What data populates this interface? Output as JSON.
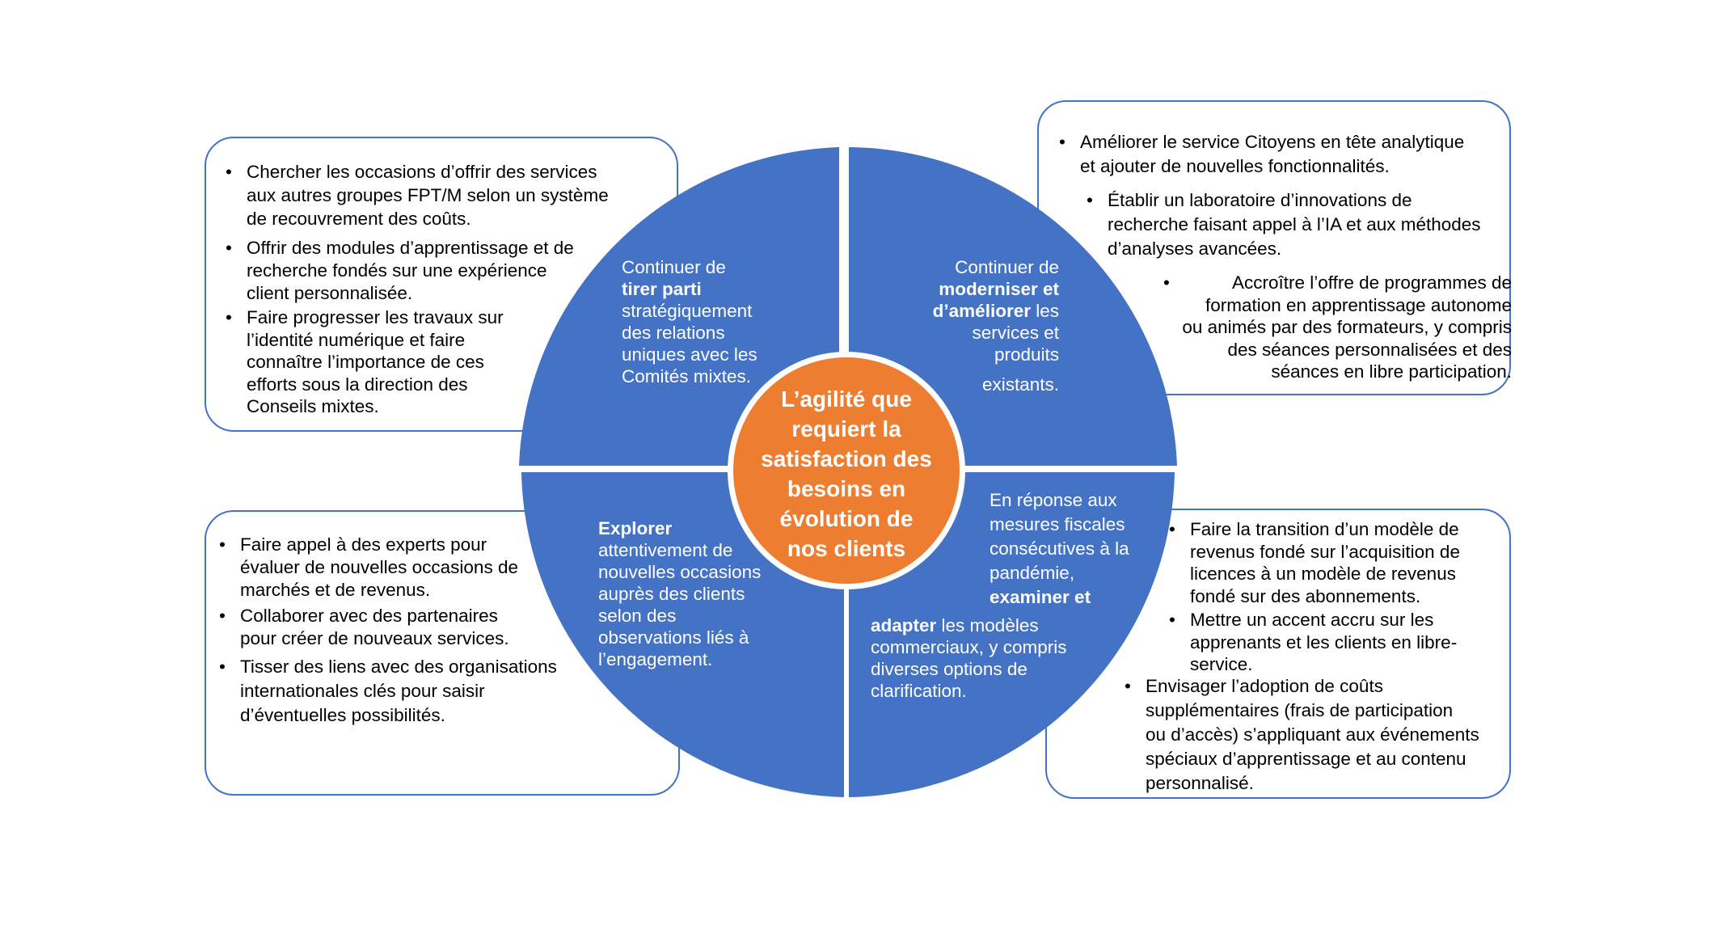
{
  "colors": {
    "quadrant": "#4472c4",
    "center": "#ed7d31",
    "text_on_color": "#ffffff",
    "box_border": "#4472c4"
  },
  "center": {
    "line1": "L’agilité que",
    "line2": "requiert la",
    "line3": "satisfaction des",
    "line4": "besoins en",
    "line5": "évolution de",
    "line6": "nos clients"
  },
  "quadrants": {
    "top_left": {
      "l1": "Continuer de",
      "l2": "tirer parti",
      "l3": "stratégiquement",
      "l4": "des relations",
      "l5": "uniques avec les",
      "l6": "Comités mixtes."
    },
    "top_right": {
      "l1": "Continuer de",
      "l2": "moderniser et",
      "l3a": "d’améliorer",
      "l3b": " les",
      "l4": "services et",
      "l5": "produits",
      "l6": "existants."
    },
    "bottom_left": {
      "l1": "Explorer",
      "l2": "attentivement de",
      "l3": "nouvelles occasions",
      "l4": "auprès des clients",
      "l5": "selon des",
      "l6": "observations liés à",
      "l7": "l’engagement."
    },
    "bottom_right": {
      "l1": "En réponse  aux",
      "l2": "mesures fiscales",
      "l3": "consécutives  à la",
      "l4": "pandémie,",
      "l5": "examiner  et",
      "l6a": "adapter",
      "l6b": " les modèles",
      "l7": "commerciaux, y  compris",
      "l8": "diverses  options  de",
      "l9": "clarification."
    }
  },
  "boxes": {
    "top_left": [
      {
        "l1": "Chercher les occasions d’offrir des services",
        "l2": "aux autres groupes FPT/M selon un système",
        "l3": "de recouvrement des coûts."
      },
      {
        "l1": "Offrir des modules d’apprentissage et de",
        "l2": "recherche fondés sur une expérience",
        "l3": "client personnalisée."
      },
      {
        "l1": "Faire progresser les travaux sur",
        "l2": "l’identité numérique et faire",
        "l3": "connaître l’importance de ces",
        "l4": "efforts sous la direction des",
        "l5": "Conseils mixtes."
      }
    ],
    "top_right": [
      {
        "l1": "Améliorer le service Citoyens en tête analytique",
        "l2": "et ajouter de nouvelles fonctionnalités."
      },
      {
        "l1": "Établir un laboratoire d’innovations de",
        "l2": "recherche faisant appel à l’IA et aux méthodes",
        "l3": "d’analyses avancées."
      },
      {
        "l1": "Accroître l’offre de programmes de",
        "l2": "formation en apprentissage autonome",
        "l3": "ou animés par des formateurs, y compris",
        "l4": "des séances personnalisées et des",
        "l5": "séances en libre participation."
      }
    ],
    "bottom_left": [
      {
        "l1": "Faire appel à des experts pour",
        "l2": "évaluer de nouvelles occasions de",
        "l3": "marchés et de revenus."
      },
      {
        "l1": "Collaborer avec des partenaires",
        "l2": "pour créer de nouveaux services."
      },
      {
        "l1": "Tisser des liens avec des organisations",
        "l2": "internationales clés pour saisir",
        "l3": "d’éventuelles possibilités."
      }
    ],
    "bottom_right": [
      {
        "l1": "Faire la transition d’un modèle de",
        "l2": "revenus fondé sur l’acquisition de",
        "l3": "licences à un modèle de revenus",
        "l4": "fondé sur des abonnements."
      },
      {
        "l1": "Mettre un accent accru sur les",
        "l2": "apprenants et les clients en libre-",
        "l3": "service."
      },
      {
        "l1": "Envisager l’adoption de coûts",
        "l2": "supplémentaires (frais de participation",
        "l3": "ou d’accès) s’appliquant aux événements",
        "l4": "spéciaux d’apprentissage et au contenu",
        "l5": "personnalisé."
      }
    ]
  }
}
